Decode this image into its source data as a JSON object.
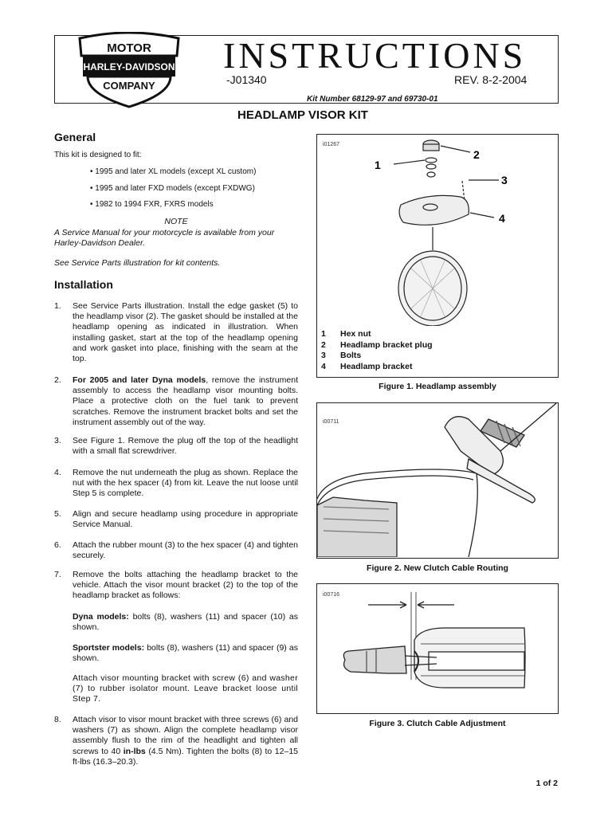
{
  "header": {
    "logo_text": [
      "MOTOR",
      "HARLEY-DAVIDSON",
      "COMPANY"
    ],
    "title": "INSTRUCTIONS",
    "doc_number": "-J01340",
    "revision": "REV. 8-2-2004",
    "kit_number": "Kit Number 68129-97 and 69730-01",
    "main_title": "HEADLAMP VISOR KIT"
  },
  "general": {
    "heading": "General",
    "intro": "This kit is designed to fit:",
    "bullets": [
      "• 1995 and later XL models (except XL custom)",
      "• 1995 and later FXD models (except FXDWG)",
      "• 1982 to 1994 FXR, FXRS models"
    ],
    "note_label": "NOTE",
    "note_text": "A Service Manual for your motorcycle is available from your Harley-Davidson Dealer.",
    "see_text": "See Service Parts illustration for kit contents."
  },
  "installation": {
    "heading": "Installation",
    "steps": [
      {
        "num": "1.",
        "text": "See Service Parts illustration. Install the edge gasket (5) to the headlamp visor (2). The gasket should be installed at the headlamp opening as indicated in illustration. When installing gasket, start at the top of the headlamp opening and work gasket into place, finishing with the seam at the top."
      },
      {
        "num": "2.",
        "bold": "For 2005 and later Dyna models",
        "text": ", remove the instrument assembly to access the headlamp visor mounting bolts. Place a protective cloth on the fuel tank to prevent scratches. Remove the instrument bracket bolts and set the instrument assembly out of the way."
      },
      {
        "num": "3.",
        "text": "See Figure 1. Remove the plug off the top of the headlight with a small flat screwdriver."
      },
      {
        "num": "4.",
        "text": "Remove the nut underneath the plug as shown. Replace the nut with the hex spacer (4) from kit. Leave the nut loose until Step 5 is complete."
      },
      {
        "num": "5.",
        "text": "Align and secure headlamp using procedure in appropriate Service Manual."
      },
      {
        "num": "6.",
        "text": "Attach the rubber mount (3) to the hex spacer (4) and tighten securely."
      },
      {
        "num": "7.",
        "text": "Remove the bolts attaching the headlamp bracket to the vehicle. Attach the visor mount bracket (2) to the top of the headlamp bracket as follows:"
      },
      {
        "num": "8.",
        "text_a": "Attach visor to visor mount bracket with three screws (6) and washers (7) as shown. Align the complete headlamp visor assembly flush to the rim of the headlight and tighten all screws to 40 ",
        "bold": "in-lbs",
        "text_b": " (4.5 Nm). Tighten the bolts (8) to 12–15 ft-lbs (16.3–20.3)."
      }
    ],
    "dyna_label": "Dyna models:",
    "dyna_text": " bolts (8), washers (11) and spacer (10) as shown.",
    "sportster_label": "Sportster models:",
    "sportster_text": " bolts (8), washers (11) and spacer (9) as shown.",
    "attach_text": "Attach visor mounting bracket with screw (6) and washer (7) to rubber isolator mount. Leave bracket loose until Step 7."
  },
  "figure1": {
    "id": "i01267",
    "callouts": [
      "1",
      "2",
      "3",
      "4"
    ],
    "legend": [
      {
        "num": "1",
        "label": "Hex nut"
      },
      {
        "num": "2",
        "label": "Headlamp bracket plug"
      },
      {
        "num": "3",
        "label": "Bolts"
      },
      {
        "num": "4",
        "label": "Headlamp bracket"
      }
    ],
    "caption": "Figure 1. Headlamp assembly"
  },
  "figure2": {
    "id": "i00711",
    "caption": "Figure 2. New Clutch Cable Routing"
  },
  "figure3": {
    "id": "i00716",
    "caption": "Figure 3. Clutch Cable Adjustment"
  },
  "page": "1 of 2"
}
